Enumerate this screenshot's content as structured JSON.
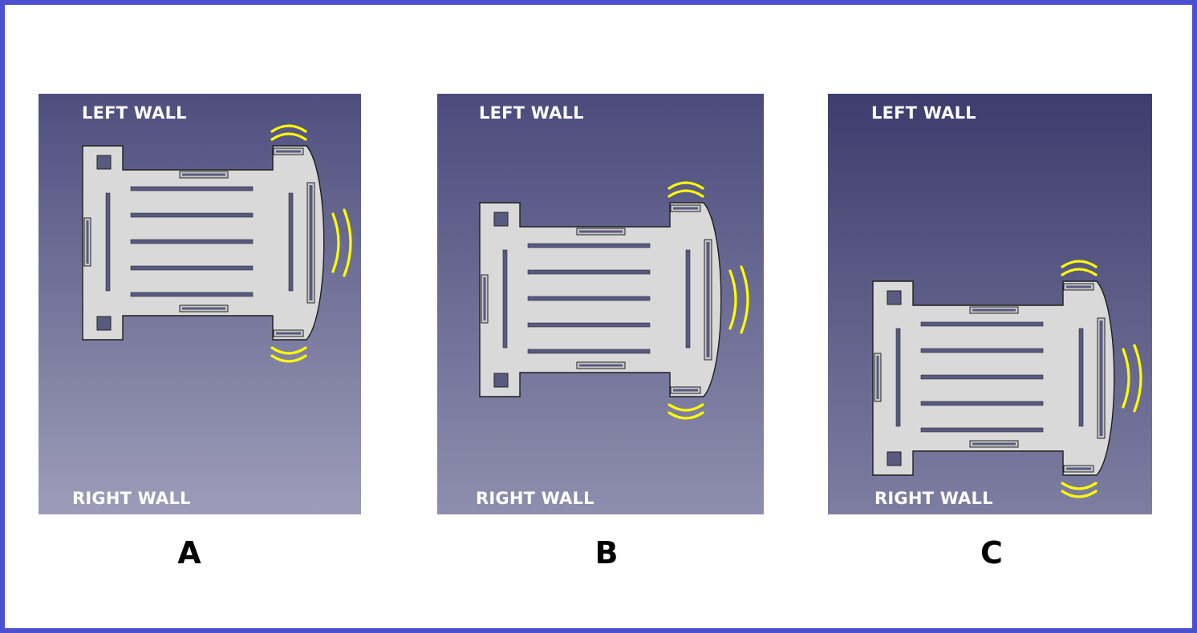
{
  "diagram": {
    "panels": [
      {
        "letter": "A",
        "top_label": "LEFT WALL",
        "bottom_label": "RIGHT WALL"
      },
      {
        "letter": "B",
        "top_label": "LEFT WALL",
        "bottom_label": "RIGHT WALL"
      },
      {
        "letter": "C",
        "top_label": "LEFT WALL",
        "bottom_label": "RIGHT WALL"
      }
    ],
    "colors": {
      "frame_border": "#4a50cf",
      "wall_label": "#ffffff",
      "robot_body": "#d9d9d9",
      "robot_slot": "#585a80",
      "sensor_wave": "#ffff00",
      "background_top": "#4b4c7c",
      "background_bottom": "#9b9bb8"
    },
    "icons": [
      "robot-chassis-icon",
      "sensor-wave-icon"
    ]
  }
}
